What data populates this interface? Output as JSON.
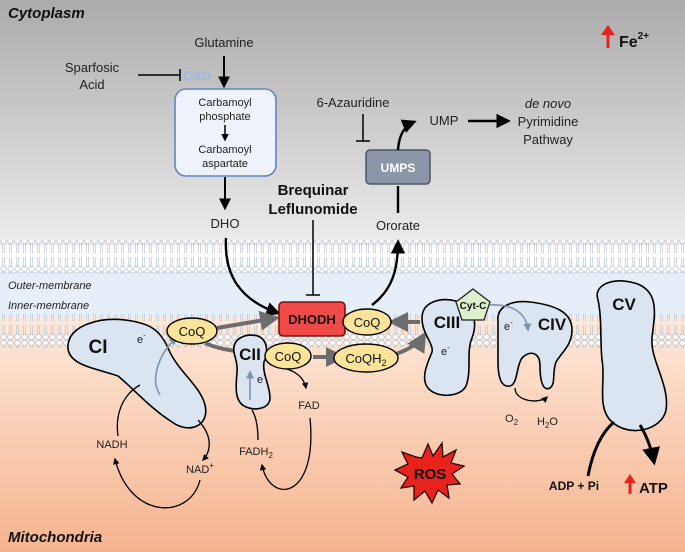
{
  "regions": {
    "cytoplasm": "Cytoplasm",
    "mitochondria": "Mitochondria",
    "outer_membrane": "Outer-membrane",
    "inner_membrane": "Inner-membrane"
  },
  "iron": {
    "label": "Fe",
    "superscript": "2+",
    "arrow_color": "#e8231e"
  },
  "inhibitors": {
    "sparfosic_line1": "Sparfosic",
    "sparfosic_line2": "Acid",
    "azauridine": "6-Azauridine",
    "brequinar": "Brequinar",
    "leflunomide": "Leflunomide"
  },
  "metabolites": {
    "glutamine": "Glutamine",
    "carbamoyl_phosphate_1": "Carbamoyl",
    "carbamoyl_phosphate_2": "phosphate",
    "carbamoyl_aspartate_1": "Carbamoyl",
    "carbamoyl_aspartate_2": "aspartate",
    "dho": "DHO",
    "ororate": "Ororate",
    "ump": "UMP",
    "pathway_1": "de novo",
    "pathway_2": "Pyrimidine",
    "pathway_3": "Pathway",
    "nadh": "NADH",
    "nad": "NAD",
    "nad_sup": "+",
    "fadh": "FADH",
    "fadh_sub": "2",
    "fad": "FAD",
    "o2": "O",
    "o2_sub": "2",
    "h2o_h": "H",
    "h2o_sub": "2",
    "h2o_o": "O",
    "adp": "ADP + Pi",
    "atp": "ATP"
  },
  "enzymes": {
    "cad": "CAD",
    "umps": "UMPS",
    "dhodh": "DHODH",
    "coq": "CoQ",
    "coqh": "CoQH",
    "coqh_sub": "2",
    "cyt_c": "Cyt-C"
  },
  "complexes": {
    "ci": "CI",
    "cii": "CII",
    "ciii": "CIII",
    "civ": "CIV",
    "cv": "CV"
  },
  "electron": {
    "e": "e",
    "sup": "-"
  },
  "ros": "ROS",
  "colors": {
    "protein_fill": "#dbe5f2",
    "coq_fill": "#fbe39a",
    "dhodh_fill": "#ef4a48",
    "umps_fill": "#8c96a8",
    "cad_text": "#9bb8e6",
    "ros_fill": "#e8231e",
    "up_arrow": "#e8231e"
  }
}
